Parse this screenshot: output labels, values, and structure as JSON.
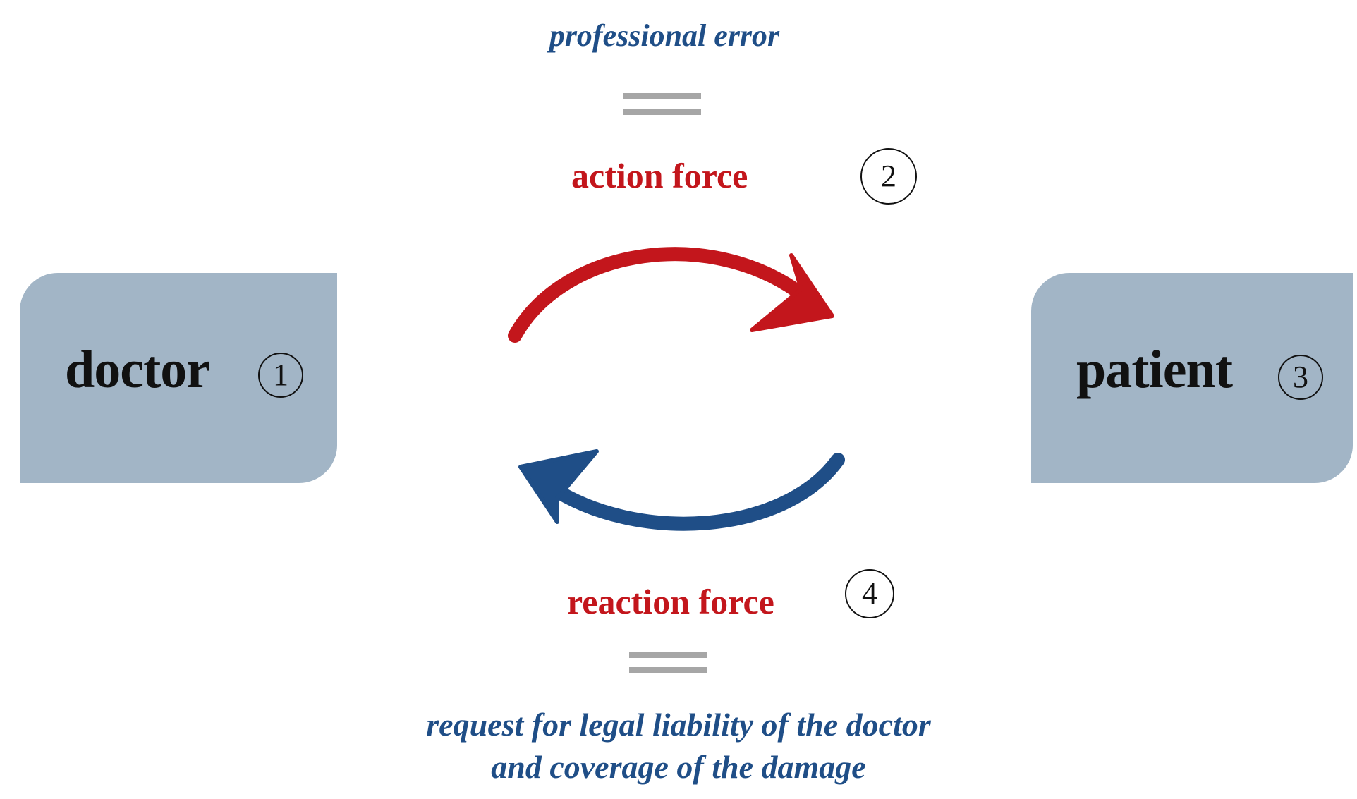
{
  "nodes": {
    "doctor": {
      "label": "doctor",
      "number": "1"
    },
    "patient": {
      "label": "patient",
      "number": "3"
    }
  },
  "top": {
    "caption": "professional error",
    "force_label": "action force",
    "number": "2"
  },
  "bottom": {
    "force_label": "reaction force",
    "number": "4",
    "caption_line1": "request for legal liability of the doctor",
    "caption_line2": "and coverage of the damage"
  },
  "colors": {
    "node_fill": "#a2b5c6",
    "action_arrow": "#c3161c",
    "reaction_arrow": "#1f4e87",
    "equals_sign": "#a6a6a6",
    "caption_text": "#1f4e87",
    "force_text": "#c3161c"
  }
}
